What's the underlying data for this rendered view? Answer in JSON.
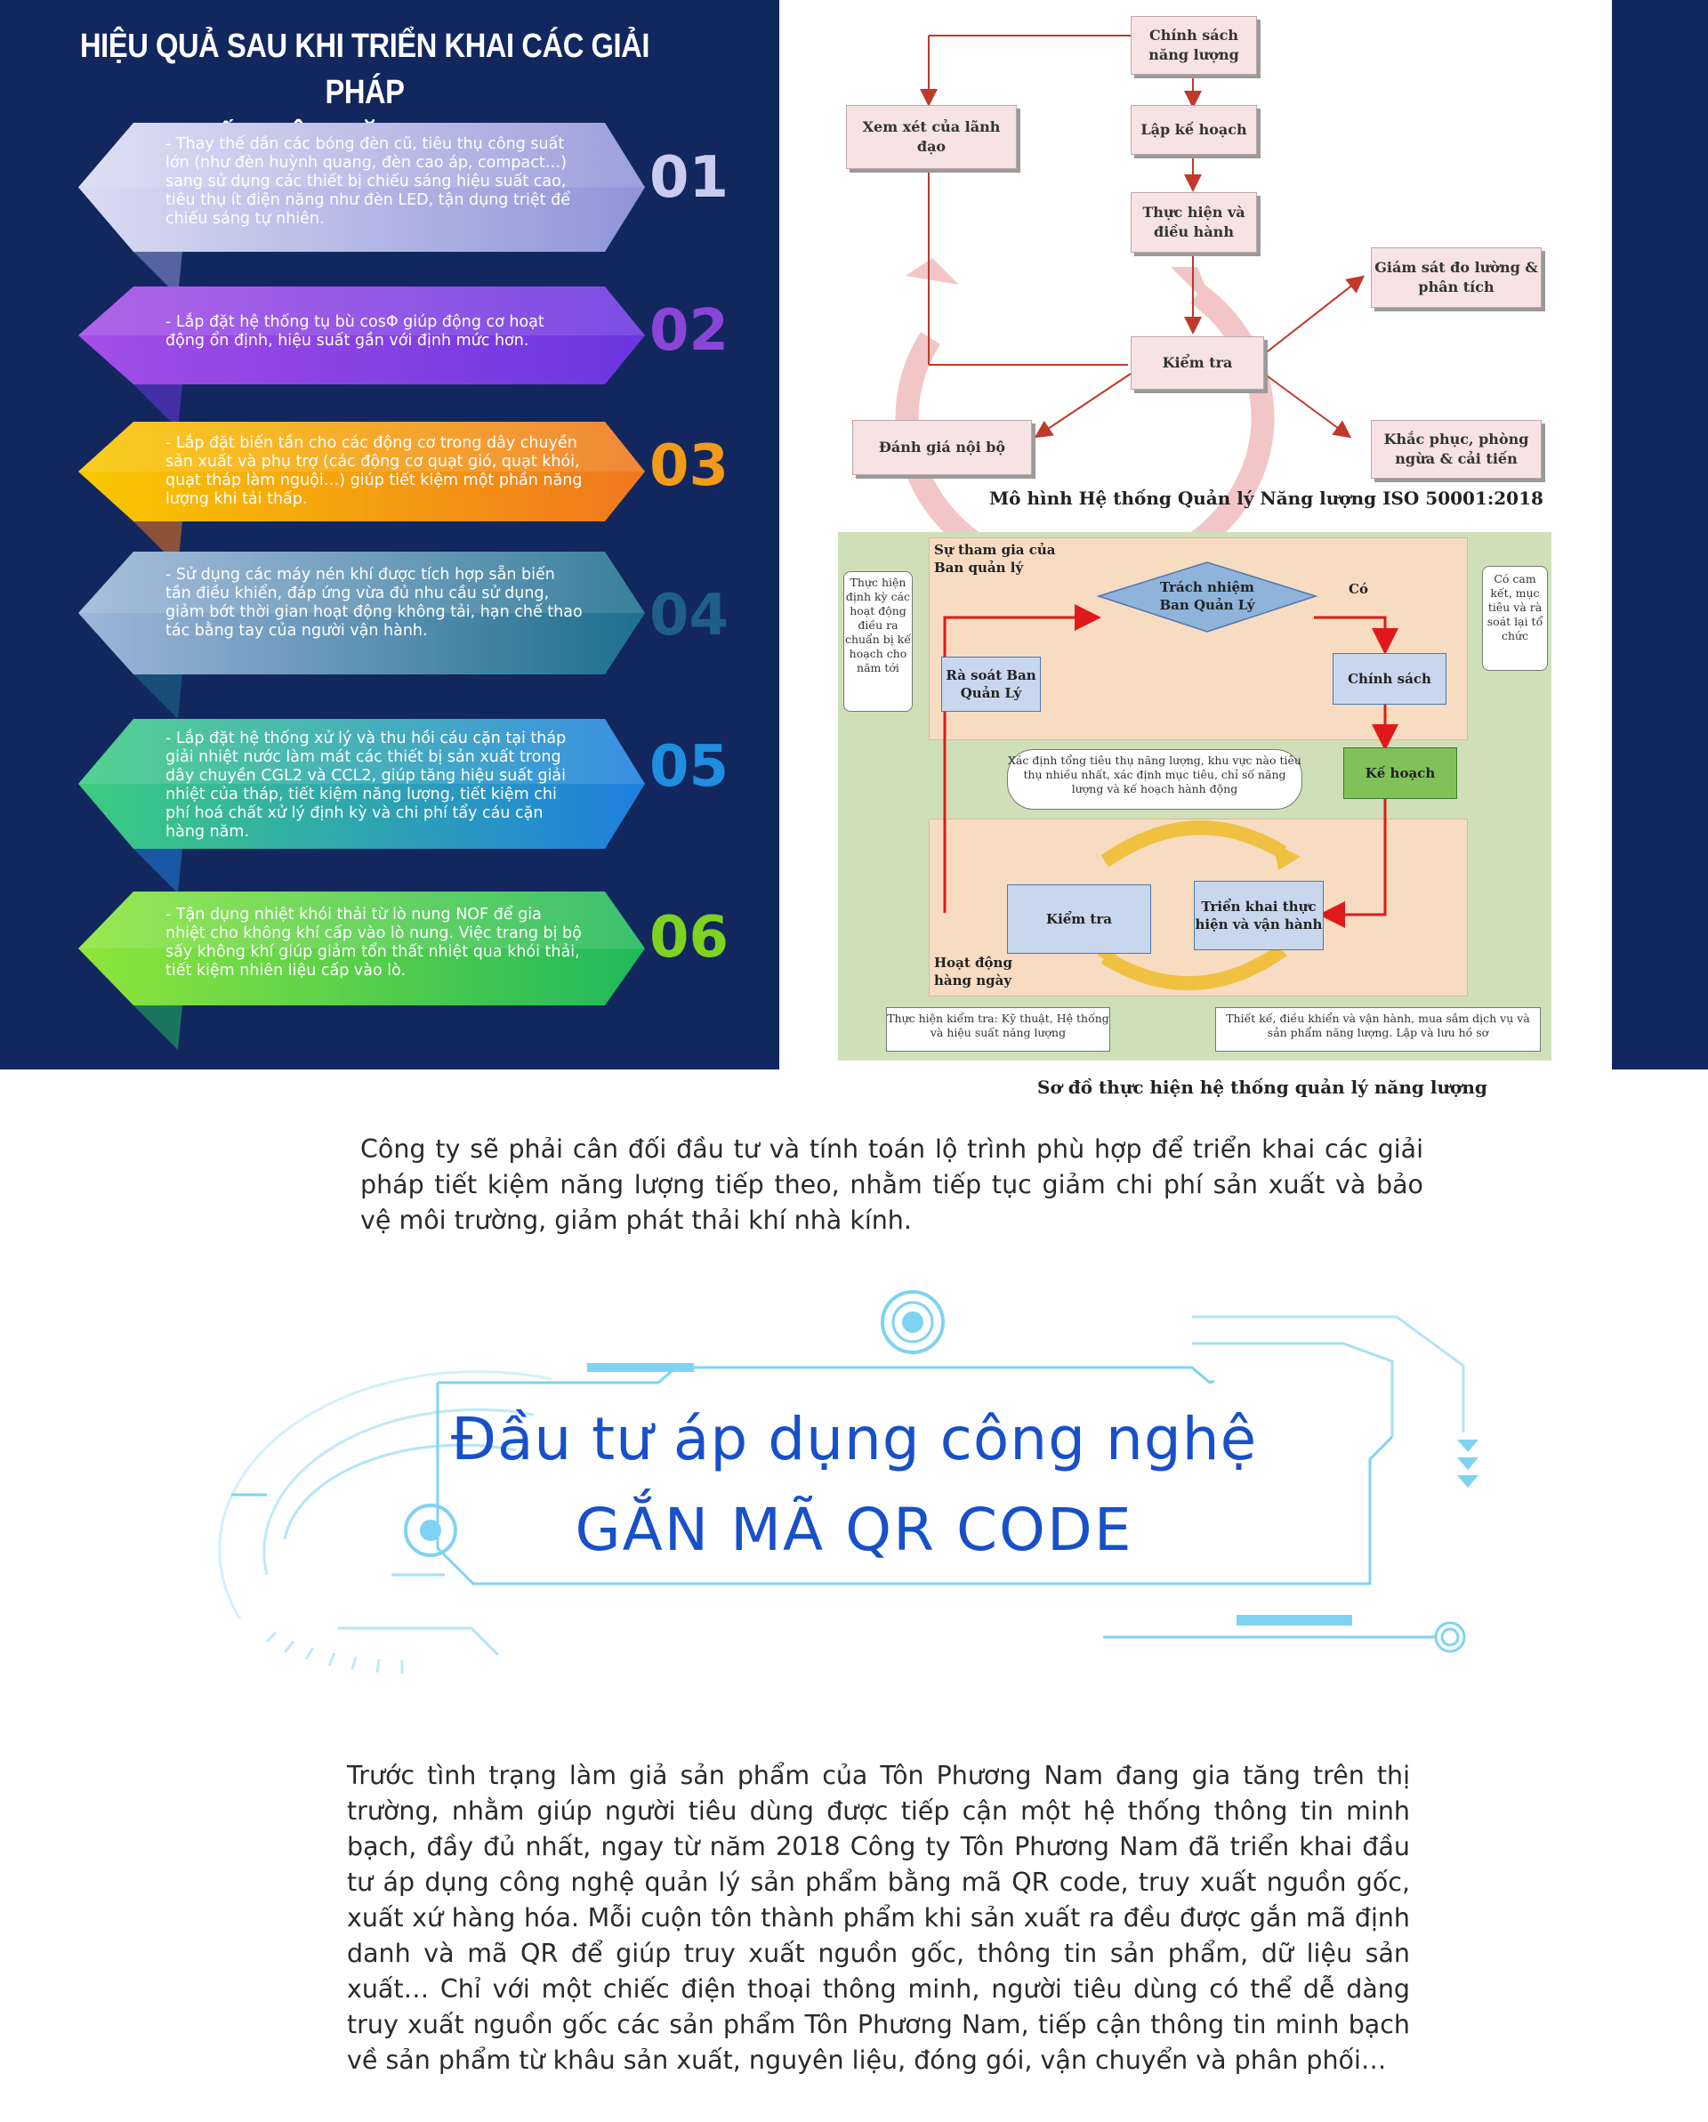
{
  "infographic": {
    "title_line1": "HIỆU QUẢ SAU KHI TRIỂN KHAI CÁC GIẢI PHÁP",
    "title_line2": "TIẾT KIỆM NĂNG LƯỢNG",
    "steps": [
      {
        "number": "01",
        "text": "- Thay thế dần các bóng đèn cũ, tiêu thụ công suất lớn (như đèn huỳnh quang, đèn cao áp, compact…) sang sử dụng các thiết bị chiếu sáng hiệu suất cao, tiêu thụ ít điện năng như đèn LED, tận dụng triệt để chiếu sáng tự nhiên.",
        "color_start": "#d9dcf2",
        "color_end": "#8f94d8",
        "num_color": "#c9ccef"
      },
      {
        "number": "02",
        "text": "- Lắp đặt hệ thống tụ bù cosΦ giúp động cơ hoạt động ổn định, hiệu suất gần với định mức hơn.",
        "color_start": "#a44ee6",
        "color_end": "#6a36e0",
        "num_color": "#8a45d8"
      },
      {
        "number": "03",
        "text": "- Lắp đặt biến tần cho các động cơ trong dây chuyền sản xuất và phụ trợ (các động cơ quạt gió, quạt khói, quạt tháp làm nguội…) giúp tiết kiệm một phần năng lượng khi tải thấp.",
        "color_start": "#f9c800",
        "color_end": "#f0771e",
        "num_color": "#f29a1a"
      },
      {
        "number": "04",
        "text": "- Sử dụng các máy nén khí được tích hợp sẵn biến tần điều khiển, đáp ứng vừa đủ nhu cầu sử dụng, giảm bớt thời gian hoạt động không tải, hạn chế thao tác bằng tay của người vận hành.",
        "color_start": "#9fb6d9",
        "color_end": "#1d6f8e",
        "num_color": "#1e5f87"
      },
      {
        "number": "05",
        "text": "- Lắp đặt hệ thống xử lý và thu hồi cáu cặn tại tháp giải nhiệt nước làm mát các thiết bị sản xuất trong dây chuyền CGL2 và CCL2, giúp tăng hiệu suất giải nhiệt của tháp, tiết kiệm năng lượng, tiết kiệm chi phí hoá chất xử lý định kỳ và chi phí tẩy cáu cặn hàng năm.",
        "color_start": "#3dcc80",
        "color_end": "#1f7fe0",
        "num_color": "#1f8ee0"
      },
      {
        "number": "06",
        "text": "- Tận dụng nhiệt khói thải từ lò nung NOF để gia nhiệt cho không khí cấp vào lò nung. Việc trang bị bộ sấy không khí giúp giảm tổn thất nhiệt qua khói thải, tiết kiệm nhiên liệu cấp vào lò.",
        "color_start": "#8ee63a",
        "color_end": "#20b85c",
        "num_color": "#7ed321"
      }
    ]
  },
  "iso_diagram": {
    "boxes": {
      "policy": "Chính sách năng lượng",
      "plan": "Lập kế hoạch",
      "implement": "Thực hiện và điều hành",
      "check": "Kiểm tra",
      "review": "Xem xét của lãnh đạo",
      "monitor": "Giám sát đo lường & phân tích",
      "audit": "Đánh giá nội bộ",
      "correct": "Khắc phục, phòng ngừa & cải tiến"
    },
    "caption": "Mô hình Hệ thống Quản lý Năng lượng ISO 50001:2018"
  },
  "impl_diagram": {
    "mgmt_label": "Sự tham gia của Ban quản lý",
    "daily_label": "Hoạt động hàng ngày",
    "responsibility": "Trách nhiệm Ban Quản Lý",
    "yes_label": "Có",
    "review": "Rà soát Ban Quản Lý",
    "policy": "Chính sách",
    "plan": "Kế hoạch",
    "check": "Kiểm tra",
    "deploy": "Triển khai thực hiện và vận hành",
    "note_left": "Thực hiện định kỳ các hoạt động điều ra chuẩn bị kế hoạch cho năm tới",
    "note_right": "Có cam kết, mục tiêu và rà soát lại tổ chức",
    "note_middle": "Xác định tổng tiêu thụ năng lượng, khu vực nào tiêu thụ nhiều nhất, xác định mục tiêu, chỉ số năng lượng và kế hoạch hành động",
    "note_bottom_left": "Thực hiện kiểm tra: Kỹ thuật, Hệ thống và hiệu suất năng lượng",
    "note_bottom_right": "Thiết kế, điều khiển và vận hành, mua sắm dịch vụ và sản phẩm năng lượng. Lập và lưu hồ sơ",
    "caption": "Sơ đồ thực hiện hệ thống quản lý năng lượng"
  },
  "para1": "Công ty sẽ phải cân đối đầu tư và tính toán lộ trình phù hợp để triển khai các giải pháp tiết kiệm năng lượng tiếp theo, nhằm tiếp tục giảm chi phí sản xuất và bảo vệ môi trường, giảm phát thải khí nhà kính.",
  "heading": {
    "line1": "Đầu tư áp dụng công nghệ",
    "line2": "GẮN MÃ QR CODE",
    "color": "#1750c9"
  },
  "para2": "Trước tình trạng làm giả sản phẩm của Tôn Phương Nam đang gia tăng trên thị trường, nhằm giúp người tiêu dùng được tiếp cận một hệ thống thông tin minh bạch, đầy đủ nhất, ngay từ năm 2018 Công ty Tôn Phương Nam đã triển khai đầu tư áp dụng công nghệ quản lý sản phẩm bằng mã QR code, truy xuất nguồn gốc, xuất xứ hàng hóa. Mỗi cuộn tôn thành phẩm khi sản xuất ra đều được gắn mã định danh và mã QR để giúp truy xuất nguồn gốc, thông tin sản phẩm, dữ liệu sản xuất… Chỉ với một chiếc điện thoại thông minh, người tiêu dùng có thể dễ dàng truy xuất nguồn gốc các sản phẩm Tôn Phương Nam, tiếp cận thông tin minh bạch về sản phẩm từ khâu sản xuất, nguyên liệu, đóng gói, vận chuyển và phân phối…"
}
